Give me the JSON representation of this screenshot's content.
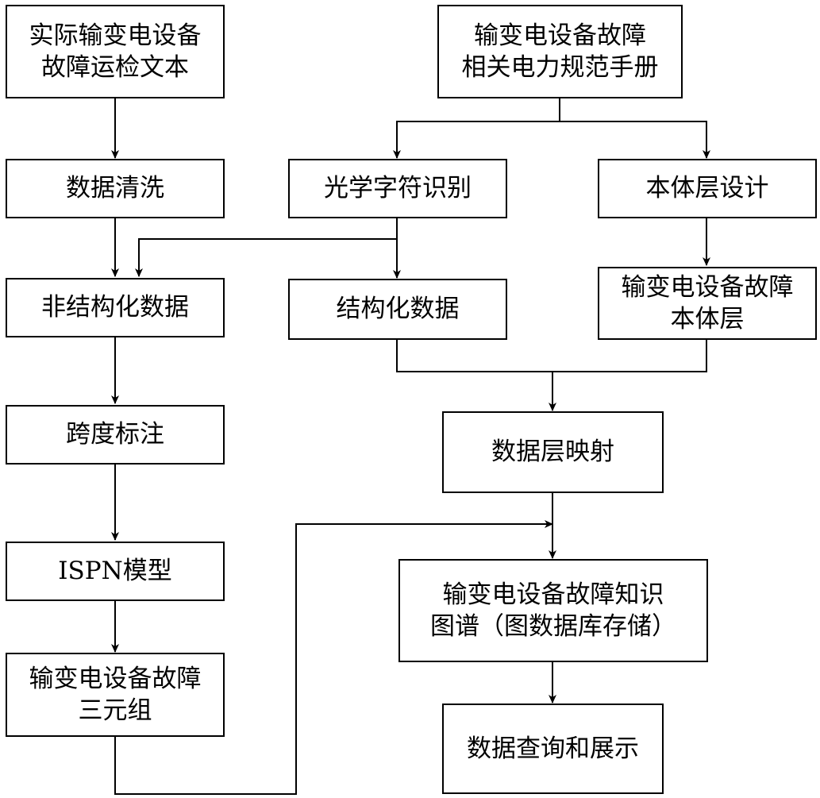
{
  "nodes": {
    "raw_text": [
      "实际输变电设备",
      "故障运检文本"
    ],
    "manual": [
      "输变电设备故障",
      "相关电力规范手册"
    ],
    "cleaning": [
      "数据清洗"
    ],
    "ocr": [
      "光学字符识别"
    ],
    "ontology_design": [
      "本体层设计"
    ],
    "unstructured": [
      "非结构化数据"
    ],
    "structured": [
      "结构化数据"
    ],
    "ontology_layer": [
      "输变电设备故障",
      "本体层"
    ],
    "span_labeling": [
      "跨度标注"
    ],
    "data_mapping": [
      "数据层映射"
    ],
    "ispn_model": [
      "ISPN模型"
    ],
    "knowledge_graph": [
      "输变电设备故障知识",
      "图谱（图数据库存储）"
    ],
    "triples": [
      "输变电设备故障",
      "三元组"
    ],
    "query_display": [
      "数据查询和展示"
    ]
  },
  "style": {
    "line_color": "#000000",
    "box_border": "#000000",
    "background": "#ffffff"
  }
}
